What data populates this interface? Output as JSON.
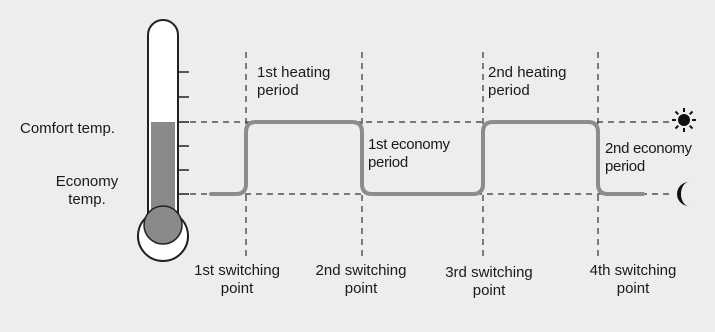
{
  "labels": {
    "comfort_temp": "Comfort temp.",
    "economy_temp": "Economy\ntemp.",
    "heating_1": "1st heating\nperiod",
    "heating_2": "2nd heating\nperiod",
    "economy_1": "1st economy\nperiod",
    "economy_2": "2nd economy\nperiod",
    "switch_1": "1st switching\npoint",
    "switch_2": "2nd switching\npoint",
    "switch_3": "3rd switching\npoint",
    "switch_4": "4th switching\npoint"
  },
  "icons": {
    "comfort": "sun-icon",
    "economy": "moon-icon"
  },
  "colors": {
    "background": "#ededed",
    "curve": "#8c8c8c",
    "thermometer_fill": "#8a8a8a",
    "guide_lines": "#1a1a1a"
  },
  "chart_data": {
    "type": "line",
    "title": "",
    "xlabel": "",
    "ylabel": "",
    "levels": [
      "Economy temp.",
      "Comfort temp."
    ],
    "switching_points": [
      "1st switching point",
      "2nd switching point",
      "3rd switching point",
      "4th switching point"
    ],
    "periods": [
      {
        "name": "1st heating period",
        "level": "Comfort temp."
      },
      {
        "name": "1st economy period",
        "level": "Economy temp."
      },
      {
        "name": "2nd heating period",
        "level": "Comfort temp."
      },
      {
        "name": "2nd economy period",
        "level": "Economy temp."
      }
    ]
  }
}
